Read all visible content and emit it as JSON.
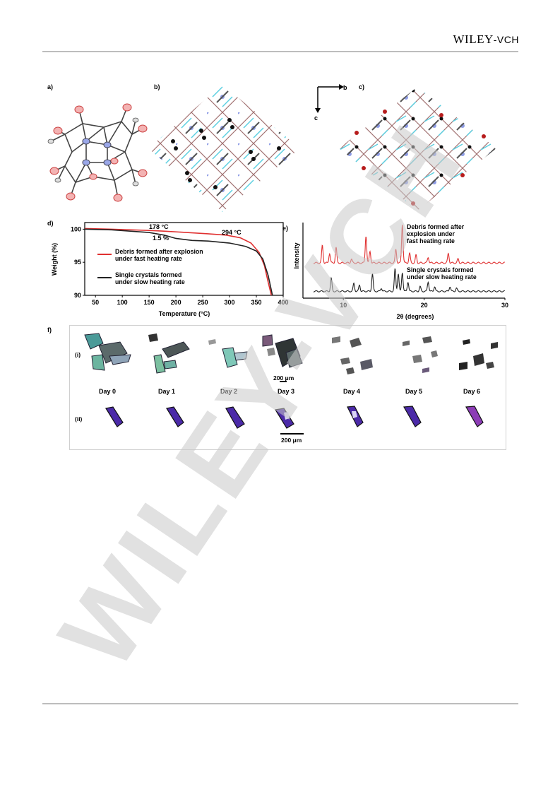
{
  "header": {
    "publisher_main": "WILEY",
    "publisher_suffix": "-VCH"
  },
  "panels": {
    "a": "a)",
    "b": "b)",
    "c": "c)",
    "d": "d)",
    "e": "e)",
    "f": "f)"
  },
  "axes_indicator": {
    "b": "b",
    "c": "c"
  },
  "watermark": "WILEY-VCH",
  "chart_data": [
    {
      "id": "d",
      "type": "line",
      "xlabel": "Temperature (°C)",
      "ylabel": "Weight (%)",
      "xlim": [
        30,
        400
      ],
      "ylim": [
        90,
        101
      ],
      "xticks": [
        "50",
        "100",
        "150",
        "200",
        "250",
        "300",
        "350",
        "400"
      ],
      "yticks": [
        "90",
        "95",
        "100"
      ],
      "annotations": [
        "178 °C",
        "1.5 %",
        "294 °C"
      ],
      "legend": [
        {
          "label": "Debris formed after explosion under fast heating rate",
          "color": "#e03030"
        },
        {
          "label": "Single crystals formed under slow heating rate",
          "color": "#222222"
        }
      ],
      "series": [
        {
          "name": "Debris formed after explosion under fast heating rate",
          "color": "#e03030",
          "x": [
            30,
            80,
            150,
            178,
            220,
            260,
            294,
            320,
            340,
            355,
            365,
            372,
            378
          ],
          "y": [
            100.1,
            100.0,
            99.8,
            99.7,
            99.5,
            99.3,
            99.1,
            98.7,
            97.9,
            96.5,
            94.5,
            92.0,
            90.0
          ]
        },
        {
          "name": "Single crystals formed under slow heating rate",
          "color": "#222222",
          "x": [
            30,
            80,
            150,
            178,
            200,
            230,
            260,
            300,
            330,
            350,
            362,
            372,
            380
          ],
          "y": [
            100.0,
            99.9,
            99.5,
            99.1,
            98.6,
            98.3,
            98.2,
            97.9,
            97.4,
            96.7,
            95.5,
            93.0,
            90.0
          ]
        }
      ]
    },
    {
      "id": "e",
      "type": "line",
      "xlabel": "2θ (degrees)",
      "ylabel": "Intensity",
      "xlim": [
        5,
        30
      ],
      "xticks": [
        "10",
        "20",
        "30"
      ],
      "legend": [
        {
          "label": "Debris formed after explosion under fast heating rate",
          "color": "#e03030"
        },
        {
          "label": "Single crystals formed under slow heating rate",
          "color": "#222222"
        }
      ],
      "series": [
        {
          "name": "Debris formed after explosion under fast heating rate",
          "color": "#e03030",
          "peaks_x": [
            7.4,
            8.3,
            9.1,
            11.0,
            12.8,
            13.3,
            16.5,
            17.3,
            18.2,
            19.0,
            20.5,
            23.0,
            24.2
          ],
          "peaks_h": [
            0.45,
            0.25,
            0.4,
            0.1,
            0.7,
            0.3,
            0.35,
            1.0,
            0.25,
            0.2,
            0.15,
            0.25,
            0.1
          ]
        },
        {
          "name": "Single crystals formed under slow heating rate",
          "color": "#222222",
          "peaks_x": [
            8.5,
            11.3,
            12.0,
            13.6,
            14.7,
            16.4,
            16.8,
            17.3,
            18.0,
            19.5,
            20.5,
            21.3,
            23.2,
            24.0
          ],
          "peaks_h": [
            0.4,
            0.25,
            0.2,
            0.55,
            0.1,
            0.7,
            0.55,
            0.6,
            0.3,
            0.15,
            0.3,
            0.15,
            0.15,
            0.1
          ]
        }
      ]
    }
  ],
  "micrographs": {
    "row_labels": [
      "(i)",
      "(ii)"
    ],
    "days": [
      "Day 0",
      "Day 1",
      "Day 2",
      "Day 3",
      "Day 4",
      "Day 5",
      "Day 6"
    ],
    "scale_bar_top": "200 μm",
    "scale_bar_bottom": "200 μm"
  }
}
